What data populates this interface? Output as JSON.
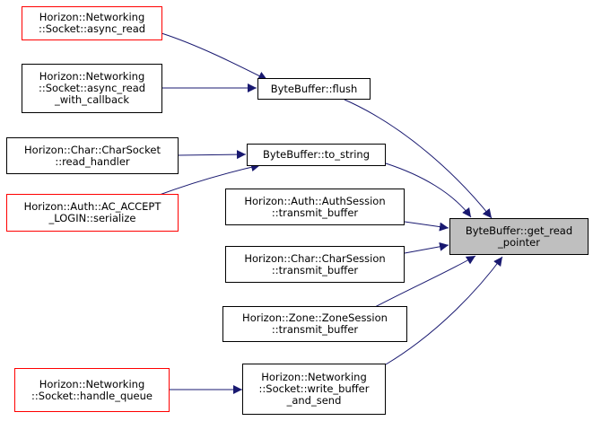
{
  "graph": {
    "edge_color": "#191970",
    "nodes": {
      "socket_async_read": {
        "lines": [
          "Horizon::Networking",
          "::Socket::async_read"
        ],
        "border": "red"
      },
      "socket_async_read_cb": {
        "lines": [
          "Horizon::Networking",
          "::Socket::async_read",
          "_with_callback"
        ],
        "border": "black"
      },
      "charsocket_read_handler": {
        "lines": [
          "Horizon::Char::CharSocket",
          "::read_handler"
        ],
        "border": "black"
      },
      "ac_accept_login": {
        "lines": [
          "Horizon::Auth::AC_ACCEPT",
          "_LOGIN::serialize"
        ],
        "border": "red"
      },
      "bytebuffer_flush": {
        "lines": [
          "ByteBuffer::flush"
        ],
        "border": "black"
      },
      "bytebuffer_to_string": {
        "lines": [
          "ByteBuffer::to_string"
        ],
        "border": "black"
      },
      "authsession_transmit": {
        "lines": [
          "Horizon::Auth::AuthSession",
          "::transmit_buffer"
        ],
        "border": "black"
      },
      "charsession_transmit": {
        "lines": [
          "Horizon::Char::CharSession",
          "::transmit_buffer"
        ],
        "border": "black"
      },
      "zonesession_transmit": {
        "lines": [
          "Horizon::Zone::ZoneSession",
          "::transmit_buffer"
        ],
        "border": "black"
      },
      "socket_handle_queue": {
        "lines": [
          "Horizon::Networking",
          "::Socket::handle_queue"
        ],
        "border": "red"
      },
      "socket_write_buffer": {
        "lines": [
          "Horizon::Networking",
          "::Socket::write_buffer",
          "_and_send"
        ],
        "border": "black"
      },
      "bytebuffer_get_read_pointer": {
        "lines": [
          "ByteBuffer::get_read",
          "_pointer"
        ],
        "border": "black",
        "focus": true
      }
    }
  }
}
